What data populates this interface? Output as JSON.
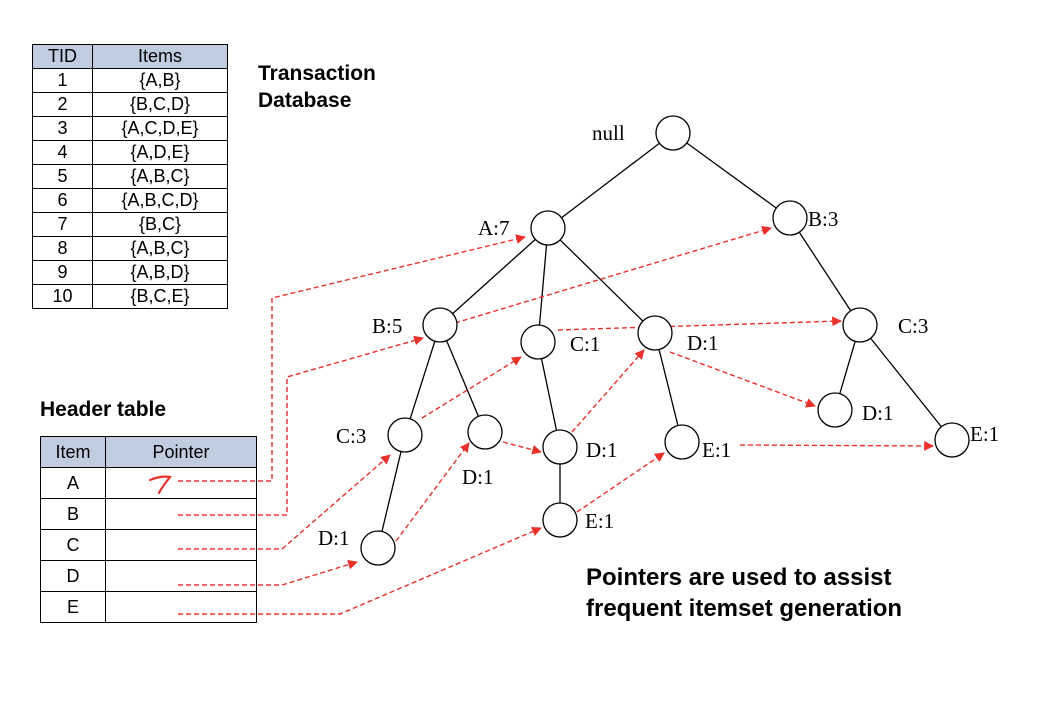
{
  "transaction_database": {
    "title_line1": "Transaction",
    "title_line2": "Database",
    "headers": [
      "TID",
      "Items"
    ],
    "rows": [
      [
        "1",
        "{A,B}"
      ],
      [
        "2",
        "{B,C,D}"
      ],
      [
        "3",
        "{A,C,D,E}"
      ],
      [
        "4",
        "{A,D,E}"
      ],
      [
        "5",
        "{A,B,C}"
      ],
      [
        "6",
        "{A,B,C,D}"
      ],
      [
        "7",
        "{B,C}"
      ],
      [
        "8",
        "{A,B,C}"
      ],
      [
        "9",
        "{A,B,D}"
      ],
      [
        "10",
        "{B,C,E}"
      ]
    ]
  },
  "header_table": {
    "title": "Header table",
    "headers": [
      "Item",
      "Pointer"
    ],
    "items": [
      "A",
      "B",
      "C",
      "D",
      "E"
    ],
    "handwritten_mark": "7"
  },
  "tree": {
    "nodes": [
      {
        "id": "null",
        "label": "null"
      },
      {
        "id": "A",
        "label": "A:7"
      },
      {
        "id": "B1",
        "label": "B:3"
      },
      {
        "id": "B2",
        "label": "B:5"
      },
      {
        "id": "C1",
        "label": "C:1"
      },
      {
        "id": "D1",
        "label": "D:1"
      },
      {
        "id": "C2",
        "label": "C:3"
      },
      {
        "id": "C3",
        "label": "C:3"
      },
      {
        "id": "D2",
        "label": "D:1"
      },
      {
        "id": "D3",
        "label": "D:1"
      },
      {
        "id": "E1",
        "label": "E:1"
      },
      {
        "id": "D4",
        "label": "D:1"
      },
      {
        "id": "E2",
        "label": "E:1"
      },
      {
        "id": "E3",
        "label": "E:1"
      },
      {
        "id": "D5",
        "label": "D:1"
      }
    ]
  },
  "note": {
    "line1": "Pointers are used to assist",
    "line2": "frequent itemset generation"
  },
  "colors": {
    "header_fill": "#c0ccdf",
    "pointer_line": "#e8312a",
    "tree_line": "#000000"
  }
}
